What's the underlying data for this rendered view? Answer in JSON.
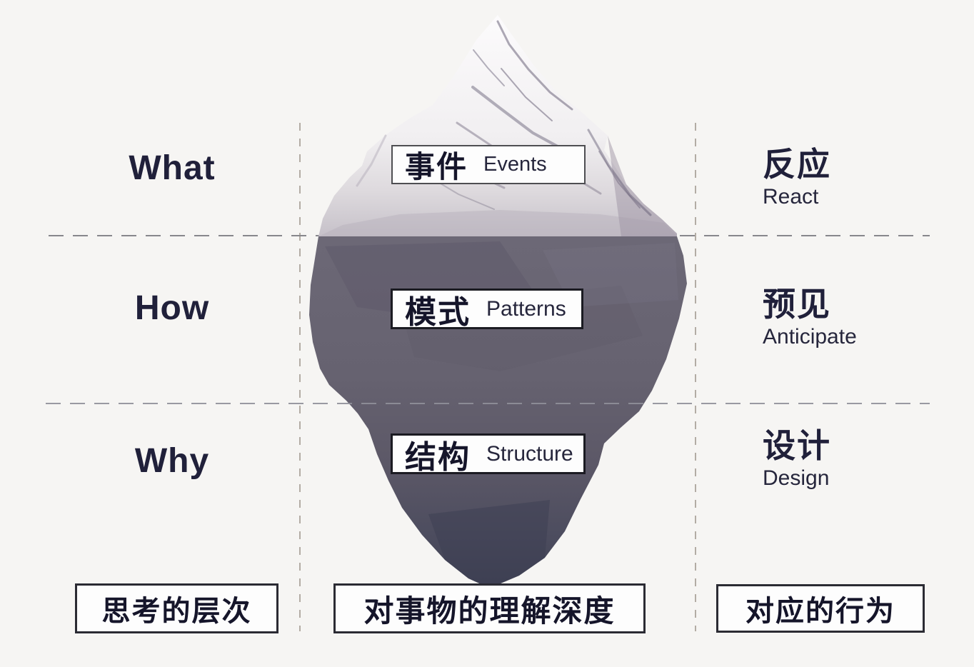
{
  "rows": [
    {
      "level": "What",
      "depth_zh": "事件",
      "depth_en": "Events",
      "behavior_zh": "反应",
      "behavior_en": "React"
    },
    {
      "level": "How",
      "depth_zh": "模式",
      "depth_en": "Patterns",
      "behavior_zh": "预见",
      "behavior_en": "Anticipate"
    },
    {
      "level": "Why",
      "depth_zh": "结构",
      "depth_en": "Structure",
      "behavior_zh": "设计",
      "behavior_en": "Design"
    }
  ],
  "footers": {
    "left": "思考的层次",
    "center": "对事物的理解深度",
    "right": "对应的行为"
  },
  "colors": {
    "background": "#f6f5f3",
    "ink": "#20203a",
    "iceberg-tip-top": "#fcfbfc",
    "iceberg-tip-bottom": "#c6c1c9",
    "iceberg-submerged-top": "#6c6876",
    "iceberg-submerged-bottom": "#404254",
    "guide-line": "#87878c",
    "column-guide": "#b3aca4",
    "box-border-dark": "#1b1b22"
  }
}
